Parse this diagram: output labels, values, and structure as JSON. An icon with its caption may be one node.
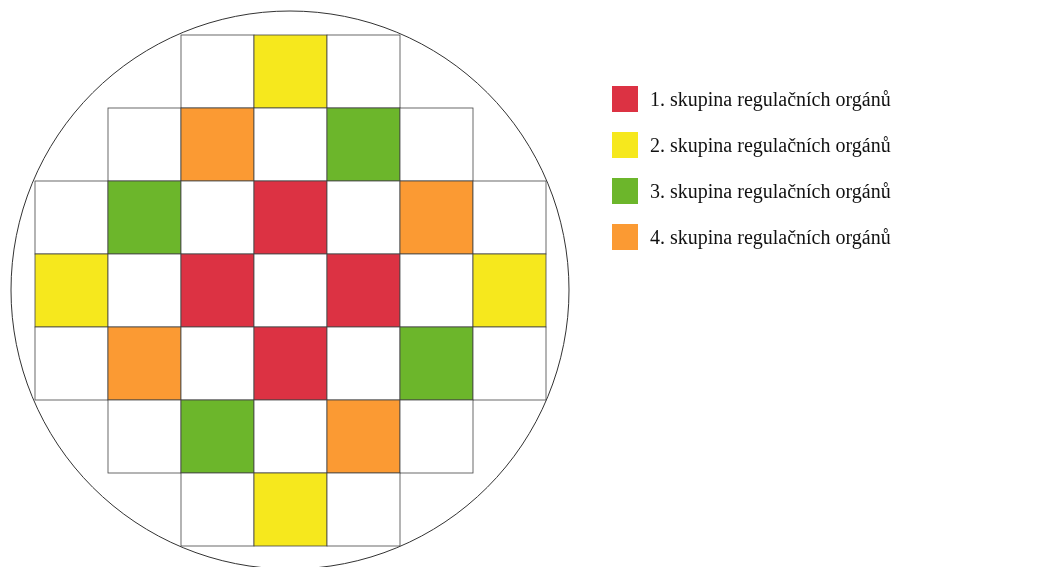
{
  "diagram": {
    "legend": [
      {
        "text": "1. skupina regulačních orgánů",
        "color": "#dc3243"
      },
      {
        "text": "2. skupina regulačních orgánů",
        "color": "#f6e81d"
      },
      {
        "text": "3. skupina regulačních orgánů",
        "color": "#6cb62b"
      },
      {
        "text": "4. skupina regulačních orgánů",
        "color": "#fb9a33"
      }
    ]
  }
}
